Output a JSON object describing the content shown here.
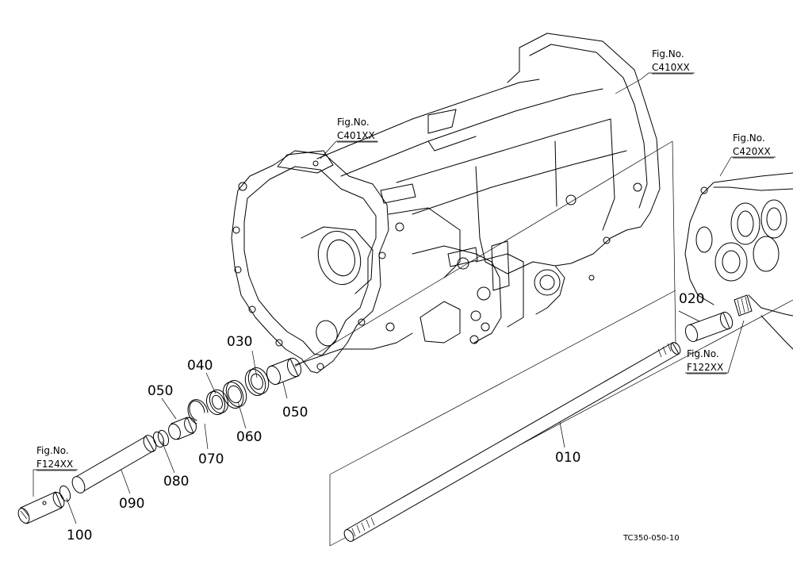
{
  "fig_refs": [
    {
      "id": "c410",
      "line1": "Fig.No.",
      "line2": "C410XX"
    },
    {
      "id": "c401",
      "line1": "Fig.No.",
      "line2": "C401XX"
    },
    {
      "id": "c420",
      "line1": "Fig.No.",
      "line2": "C420XX"
    },
    {
      "id": "f122",
      "line1": "Fig.No.",
      "line2": "F122XX"
    },
    {
      "id": "f124",
      "line1": "Fig.No.",
      "line2": "F124XX"
    }
  ],
  "parts": {
    "p010": "010",
    "p020": "020",
    "p030": "030",
    "p040": "040",
    "p050a": "050",
    "p050b": "050",
    "p060": "060",
    "p070": "070",
    "p080": "080",
    "p090": "090",
    "p100": "100"
  },
  "drawing_code": "TC350-050-10",
  "colors": {
    "line": "#000000",
    "background": "#ffffff"
  }
}
